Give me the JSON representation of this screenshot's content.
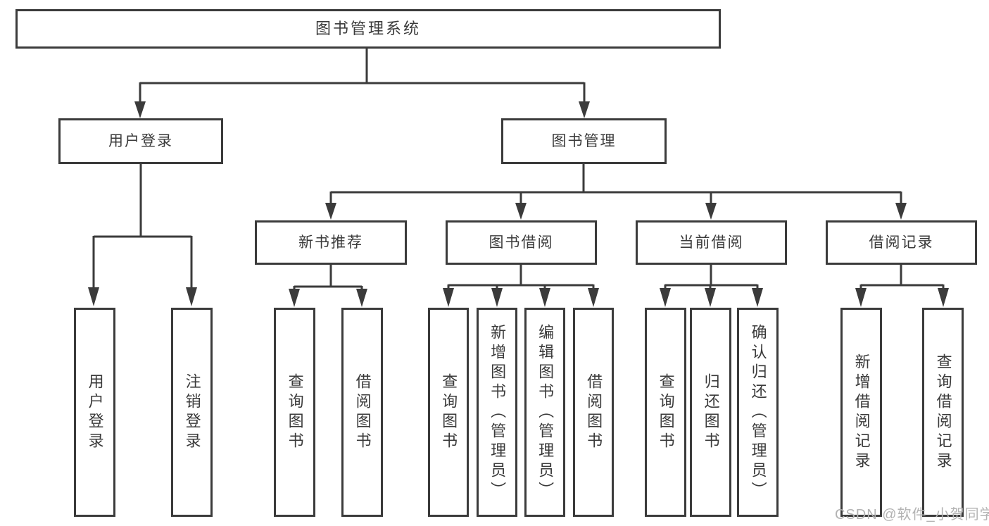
{
  "diagram": {
    "root": {
      "label": "图书管理系统",
      "children": [
        {
          "label": "用户登录",
          "children": [
            {
              "label": "用户登录"
            },
            {
              "label": "注销登录"
            }
          ]
        },
        {
          "label": "图书管理",
          "children": [
            {
              "label": "新书推荐",
              "children": [
                {
                  "label": "查询图书"
                },
                {
                  "label": "借阅图书"
                }
              ]
            },
            {
              "label": "图书借阅",
              "children": [
                {
                  "label": "查询图书"
                },
                {
                  "label": "新增图书（管理员）"
                },
                {
                  "label": "编辑图书（管理员）"
                },
                {
                  "label": "借阅图书"
                }
              ]
            },
            {
              "label": "当前借阅",
              "children": [
                {
                  "label": "查询图书"
                },
                {
                  "label": "归还图书"
                },
                {
                  "label": "确认归还（管理员）"
                }
              ]
            },
            {
              "label": "借阅记录",
              "children": [
                {
                  "label": "新增借阅记录"
                },
                {
                  "label": "查询借阅记录"
                }
              ]
            }
          ]
        }
      ]
    }
  },
  "colors": {
    "line": "#3b3b3b",
    "text": "#3a3a3a",
    "background": "#ffffff",
    "watermark": "#b3b3b3"
  },
  "watermark": {
    "text": "CSDN @软件_小贺同学"
  }
}
